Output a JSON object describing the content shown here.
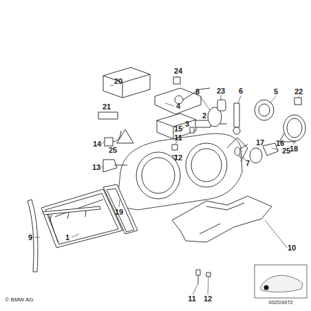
{
  "diagram": {
    "labels": [
      "24",
      "20",
      "4",
      "8",
      "23",
      "6",
      "5",
      "22",
      "21",
      "2",
      "3",
      "15",
      "14",
      "25",
      "11",
      "25",
      "18",
      "17",
      "16",
      "12",
      "7",
      "13",
      "19",
      "9",
      "1",
      "10",
      "11",
      "12",
      "© BMW AG",
      "00203972"
    ]
  }
}
